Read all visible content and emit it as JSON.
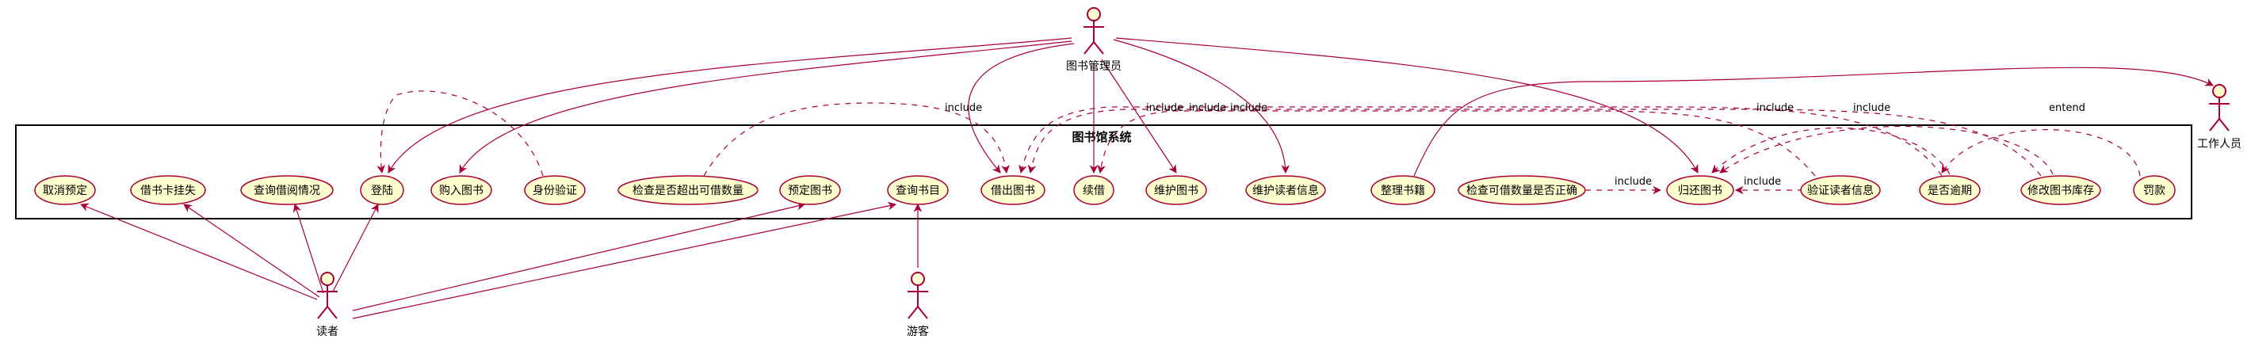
{
  "colors": {
    "line": "#A80036",
    "usecase_fill": "#FEFECE",
    "package_border": "#000000",
    "background": "#ffffff"
  },
  "package": {
    "title": "图书馆系统"
  },
  "actors": {
    "librarian": "图书管理员",
    "staff": "工作人员",
    "reader": "读者",
    "guest": "游客"
  },
  "usecases": {
    "cancel_reservation": "取消预定",
    "report_card_loss": "借书卡挂失",
    "query_borrowing": "查询借阅情况",
    "login": "登陆",
    "purchase_books": "购入图书",
    "identity_verification": "身份验证",
    "check_borrow_limit": "检查是否超出可借数量",
    "reserve_book": "预定图书",
    "search_catalog": "查询书目",
    "lend_book": "借出图书",
    "renew": "续借",
    "maintain_books": "维护图书",
    "maintain_reader_info": "维护读者信息",
    "organize_books": "整理书籍",
    "check_borrow_count": "检查可借数量是否正确",
    "return_book": "归还图书",
    "verify_reader_info": "验证读者信息",
    "is_overdue": "是否逾期",
    "modify_inventory": "修改图书库存",
    "fine": "罚款"
  },
  "relations": {
    "include_1": "include",
    "include_2": "include",
    "include_3": "include",
    "include_4": "include",
    "include_5": "include",
    "include_6": "include",
    "include_7": "include",
    "include_8": "include",
    "extend_1": "entend"
  }
}
